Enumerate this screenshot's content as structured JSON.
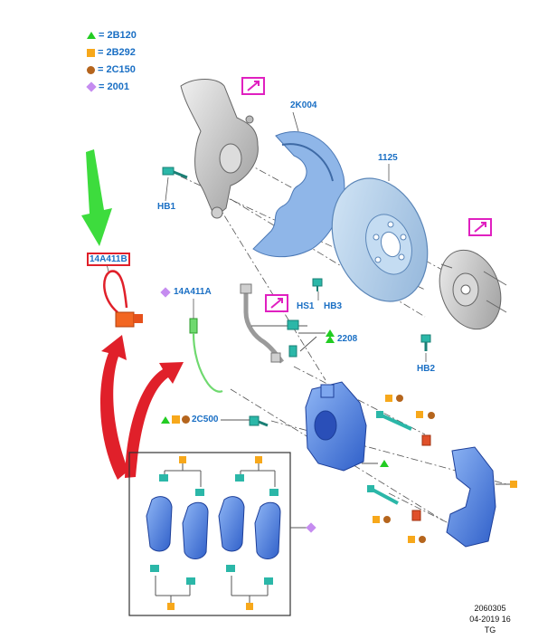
{
  "legend": [
    {
      "symbol": "green-triangle",
      "text": "= 2B120"
    },
    {
      "symbol": "orange-square",
      "text": "= 2B292"
    },
    {
      "symbol": "brown-dot",
      "text": "= 2C150"
    },
    {
      "symbol": "purple-diamond",
      "text": "= 2001"
    }
  ],
  "parts": {
    "shield": "2K004",
    "rotor": "1125",
    "bolt_hb1": "HB1",
    "bolt_hs1": "HS1",
    "bolt_hb3": "HB3",
    "bolt_hb2": "HB2",
    "sensor_boxed": "14A411B",
    "sensor_a": "14A411A",
    "hose_bolt": "2208",
    "caliper_bolt": "2C500"
  },
  "footer": {
    "line1": "2060305",
    "line2": "04-2019 16",
    "line3": "TG"
  },
  "colors": {
    "label": "#1a6fc4",
    "green": "#22cc22",
    "orange": "#f7a81b",
    "brown": "#b5651d",
    "purple": "#c58cf0",
    "red_arrow": "#e0202a",
    "magenta": "#e020c0",
    "part_blue": "#3a6fd8",
    "part_teal": "#2bb7a8"
  }
}
